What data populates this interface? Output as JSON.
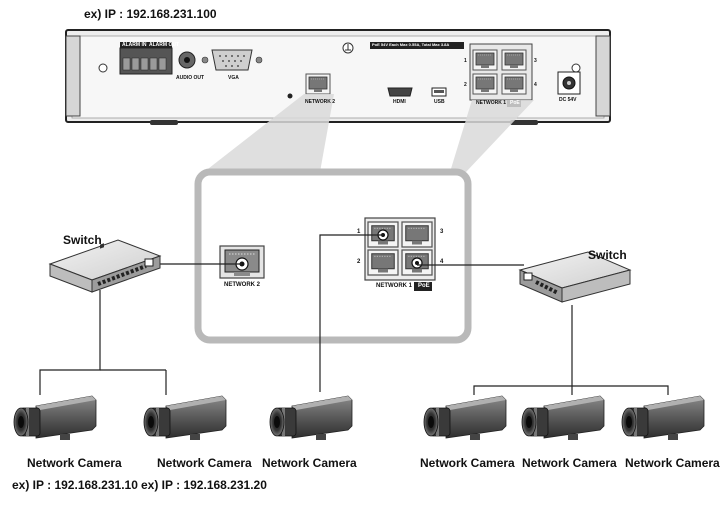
{
  "top_ip": "ex) IP : 192.168.231.100",
  "nvr": {
    "alarm_in": "ALARM IN",
    "alarm_out": "ALARM OUT",
    "audio_out": "AUDIO OUT",
    "vga": "VGA",
    "network2": "NETWORK 2",
    "hdmi": "HDMI",
    "usb": "USB",
    "network1": "NETWORK 1",
    "poe": "PoE",
    "dc": "DC 54V",
    "poe_note": "PoE 54V Each Max 0.55A, Total Max 3.8A",
    "ports": [
      "1",
      "2",
      "3",
      "4"
    ]
  },
  "zoom": {
    "network2": "NETWORK 2",
    "network1": "NETWORK 1",
    "poe": "PoE",
    "ports": [
      "1",
      "2",
      "3",
      "4"
    ]
  },
  "switch_left": "Switch",
  "switch_right": "Switch",
  "cameras": [
    {
      "label": "Network Camera",
      "ip": "ex) IP : 192.168.231.10"
    },
    {
      "label": "Network Camera",
      "ip": "ex) IP : 192.168.231.20"
    },
    {
      "label": "Network Camera",
      "ip": ""
    },
    {
      "label": "Network Camera",
      "ip": ""
    },
    {
      "label": "Network Camera",
      "ip": ""
    },
    {
      "label": "Network Camera",
      "ip": ""
    }
  ]
}
